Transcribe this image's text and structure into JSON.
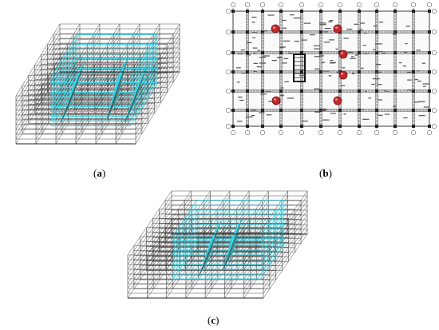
{
  "captions": {
    "a": {
      "open": "(",
      "letter": "a",
      "close": ")"
    },
    "b": {
      "open": "(",
      "letter": "b",
      "close": ")"
    },
    "c": {
      "open": "(",
      "letter": "c",
      "close": ")"
    }
  },
  "colors": {
    "frame_line": "#4a4a4a",
    "highlight": "#33d6e8",
    "marker": "#c0282c",
    "plan_line": "#3a3a3a"
  },
  "icons": {
    "frame_a": "3d-frame-model-icon",
    "plan_b": "floor-plan-icon",
    "frame_c": "3d-frame-model-icon"
  }
}
